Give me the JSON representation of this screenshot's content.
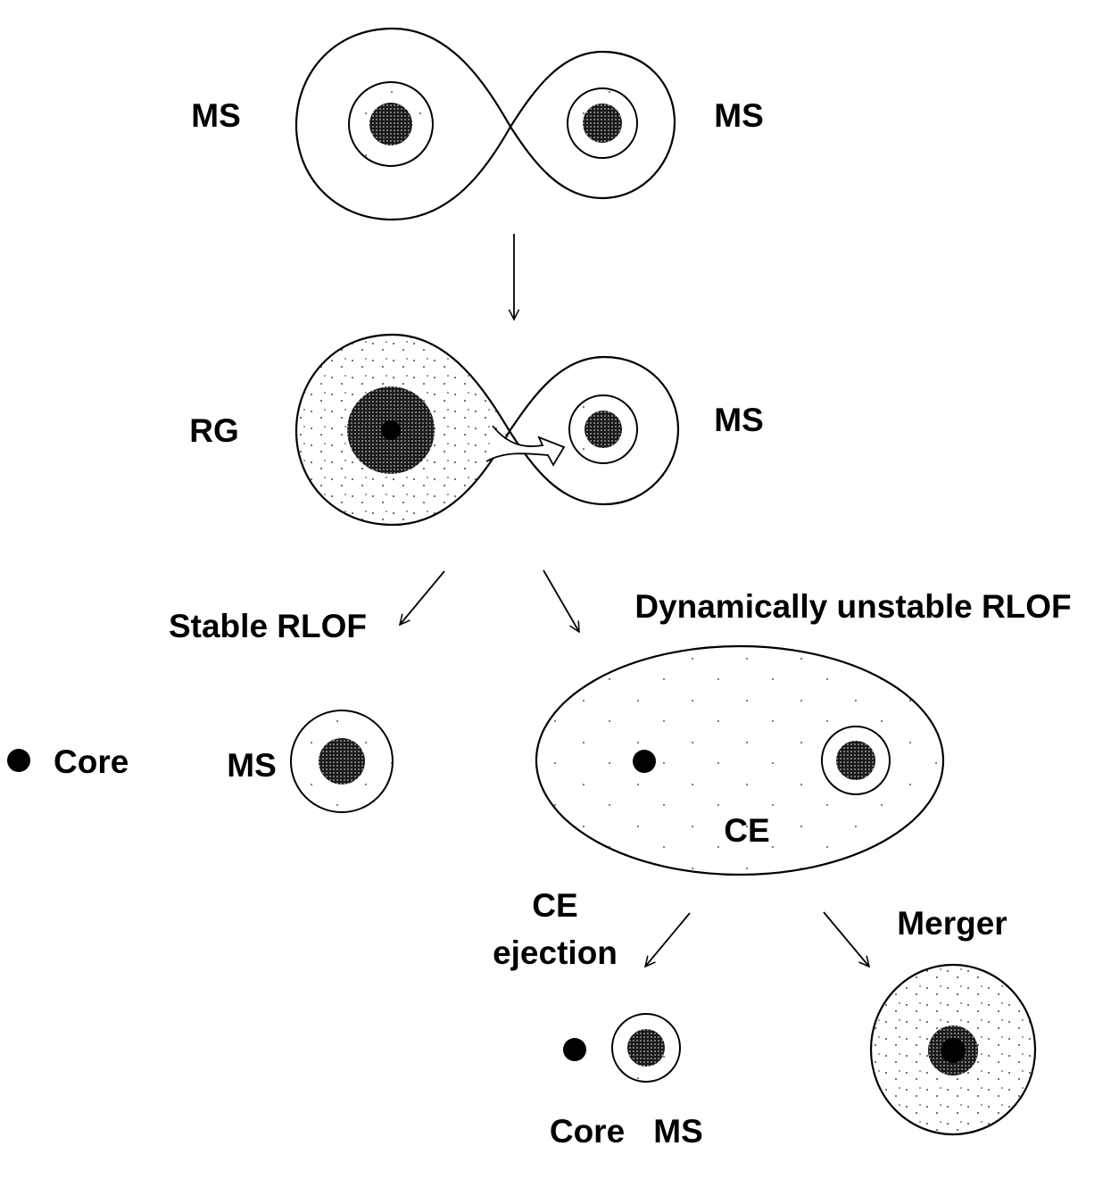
{
  "diagram": {
    "title": "Binary star evolution: Roche-lobe overflow and common envelope",
    "stages": {
      "initial": {
        "left_label": "MS",
        "right_label": "MS"
      },
      "mass_transfer": {
        "left_label": "RG",
        "right_label": "MS"
      },
      "branches": {
        "stable": {
          "label": "Stable RLOF",
          "core_label": "Core",
          "ms_label": "MS"
        },
        "unstable": {
          "label": "Dynamically unstable RLOF",
          "envelope_label": "CE"
        }
      },
      "outcomes": {
        "ejection": {
          "label_line1": "CE",
          "label_line2": "ejection",
          "core_label": "Core",
          "ms_label": "MS"
        },
        "merger": {
          "label": "Merger"
        }
      }
    },
    "colors": {
      "ink": "#000000",
      "core_fill": "#3a3a3a",
      "paper": "#ffffff"
    }
  }
}
